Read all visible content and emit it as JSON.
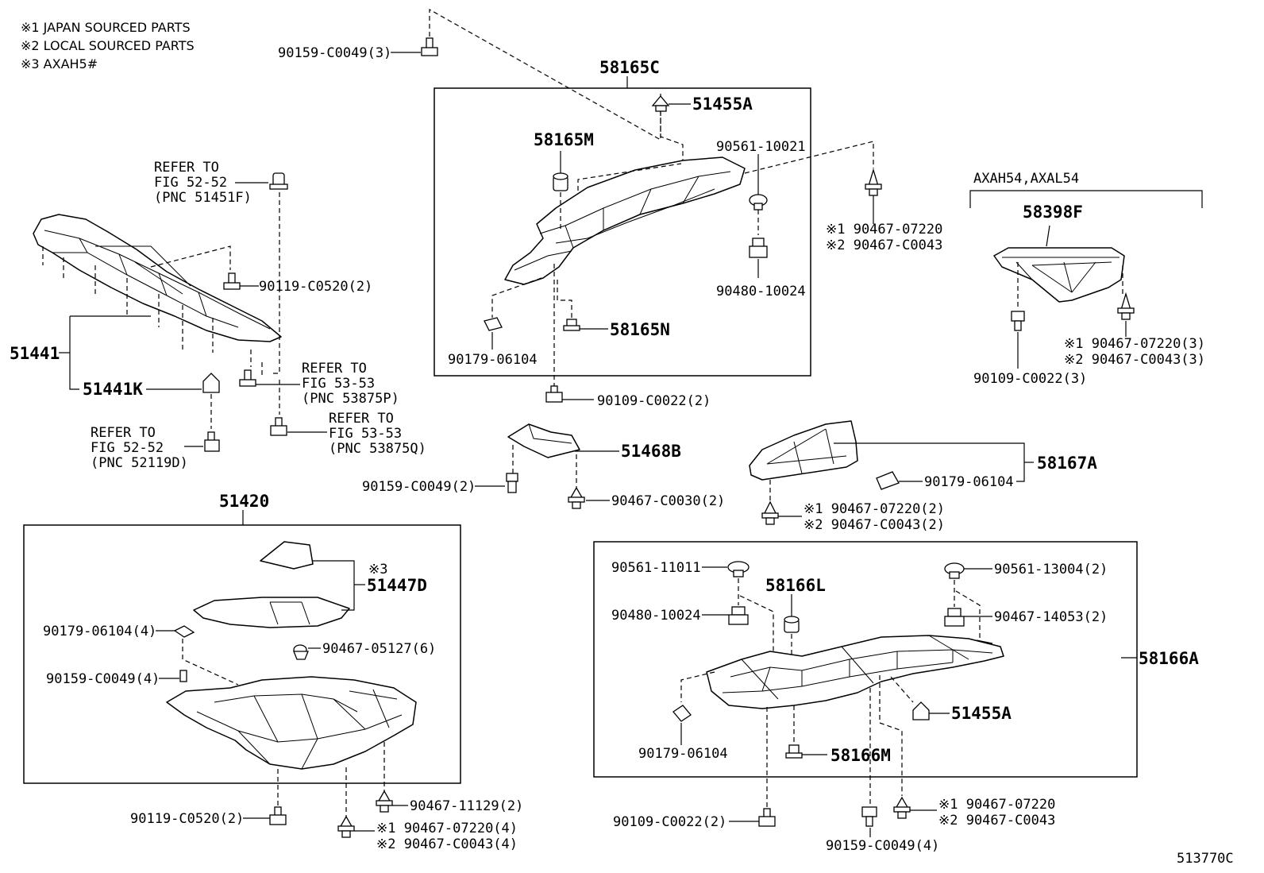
{
  "notes": {
    "n1": "※1 JAPAN SOURCED PARTS",
    "n2": "※2 LOCAL SOURCED PARTS",
    "n3": "※3 AXAH5#"
  },
  "labels": {
    "p90159_top": "90159-C0049(3)",
    "p58165C": "58165C",
    "p51455A_top": "51455A",
    "p58165M": "58165M",
    "p90561_10021": "90561-10021",
    "p90467_07220_a": "※1 90467-07220",
    "p90467_C0043_a": "※2 90467-C0043",
    "p90480_top": "90480-10024",
    "p90179_top": "90179-06104",
    "p58165N": "58165N",
    "p90109_mid": "90109-C0022(2)",
    "axah54": "AXAH54,AXAL54",
    "p58398F": "58398F",
    "p90467_07220_3": "※1 90467-07220(3)",
    "p90467_C0043_3": "※2 90467-C0043(3)",
    "p90109_3": "90109-C0022(3)",
    "ref1_a": "REFER TO",
    "ref1_b": "FIG 52-52",
    "ref1_c": "(PNC 51451F)",
    "p90119_top": "90119-C0520(2)",
    "p51441": "51441",
    "p51441K": "51441K",
    "ref2_a": "REFER TO",
    "ref2_b": "FIG 53-53",
    "ref2_c": "(PNC 53875P)",
    "ref3_a": "REFER TO",
    "ref3_b": "FIG 52-52",
    "ref3_c": "(PNC 52119D)",
    "ref4_a": "REFER TO",
    "ref4_b": "FIG 53-53",
    "ref4_c": "(PNC 53875Q)",
    "p51468B": "51468B",
    "p90159_2": "90159-C0049(2)",
    "p90467_C0030": "90467-C0030(2)",
    "p58167A": "58167A",
    "p90179_right": "90179-06104",
    "p90467_07220_2": "※1 90467-07220(2)",
    "p90467_C0043_2": "※2 90467-C0043(2)",
    "p51420": "51420",
    "p51447D_note": "※3",
    "p51447D": "51447D",
    "p90179_4": "90179-06104(4)",
    "p90467_05127": "90467-05127(6)",
    "p90159_4": "90159-C0049(4)",
    "p90119_bottom": "90119-C0520(2)",
    "p90467_11129": "90467-11129(2)",
    "p90467_07220_4": "※1 90467-07220(4)",
    "p90467_C0043_4": "※2 90467-C0043(4)",
    "p90561_11011": "90561-11011",
    "p58166L": "58166L",
    "p90561_13004": "90561-13004(2)",
    "p90480_bottom": "90480-10024",
    "p90467_14053": "90467-14053(2)",
    "p58166A": "58166A",
    "p51455A_bottom": "51455A",
    "p90179_bottom": "90179-06104",
    "p58166M": "58166M",
    "p90109_bottom": "90109-C0022(2)",
    "p90159_bottom4": "90159-C0049(4)",
    "p90467_07220_b": "※1 90467-07220",
    "p90467_C0043_b": "※2 90467-C0043",
    "fig_code": "513770C"
  }
}
